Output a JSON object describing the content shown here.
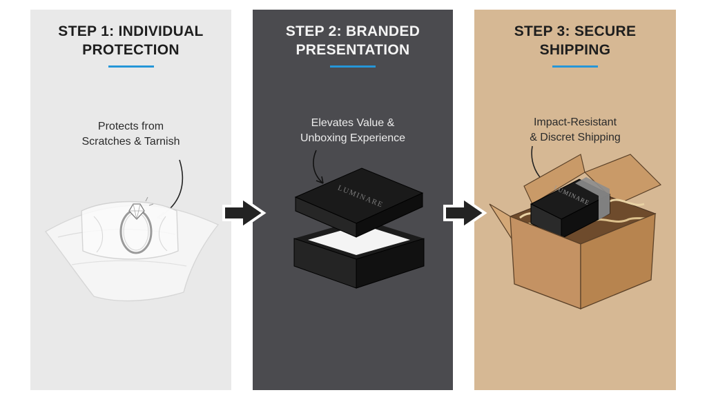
{
  "steps": [
    {
      "title_line1": "STEP 1: INDIVIDUAL",
      "title_line2": "PROTECTION",
      "caption_line1": "Protects from",
      "caption_line2": "Scratches & Tarnish",
      "background": "#e9e9e9",
      "icon": "ring-in-pouch-icon"
    },
    {
      "title_line1": "STEP 2: BRANDED",
      "title_line2": "PRESENTATION",
      "caption_line1": "Elevates Value &",
      "caption_line2": "Unboxing Experience",
      "background": "#4b4b4f",
      "icon": "gift-box-icon",
      "box_brand": "LUMINARE"
    },
    {
      "title_line1": "STEP 3: SECURE",
      "title_line2": "SHIPPING",
      "caption_line1": "Impact-Resistant",
      "caption_line2": "& Discret Shipping",
      "background": "#d6b894",
      "icon": "shipping-carton-icon",
      "box_brand": "LUMINARE"
    }
  ],
  "accent_color": "#2596d8",
  "flow_arrows": [
    "right-arrow-icon",
    "right-arrow-icon"
  ]
}
